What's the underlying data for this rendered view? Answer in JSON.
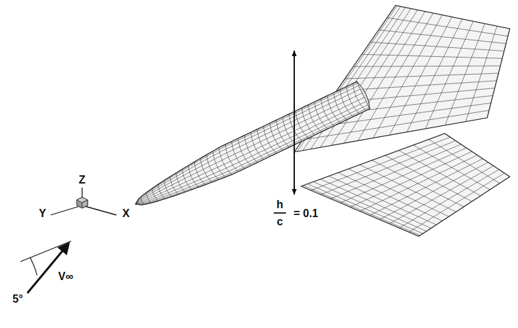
{
  "diagram": {
    "labels": [
      "Z",
      "Y",
      "X",
      "h",
      "c",
      "= 0.1",
      "5°",
      "V∞"
    ]
  }
}
